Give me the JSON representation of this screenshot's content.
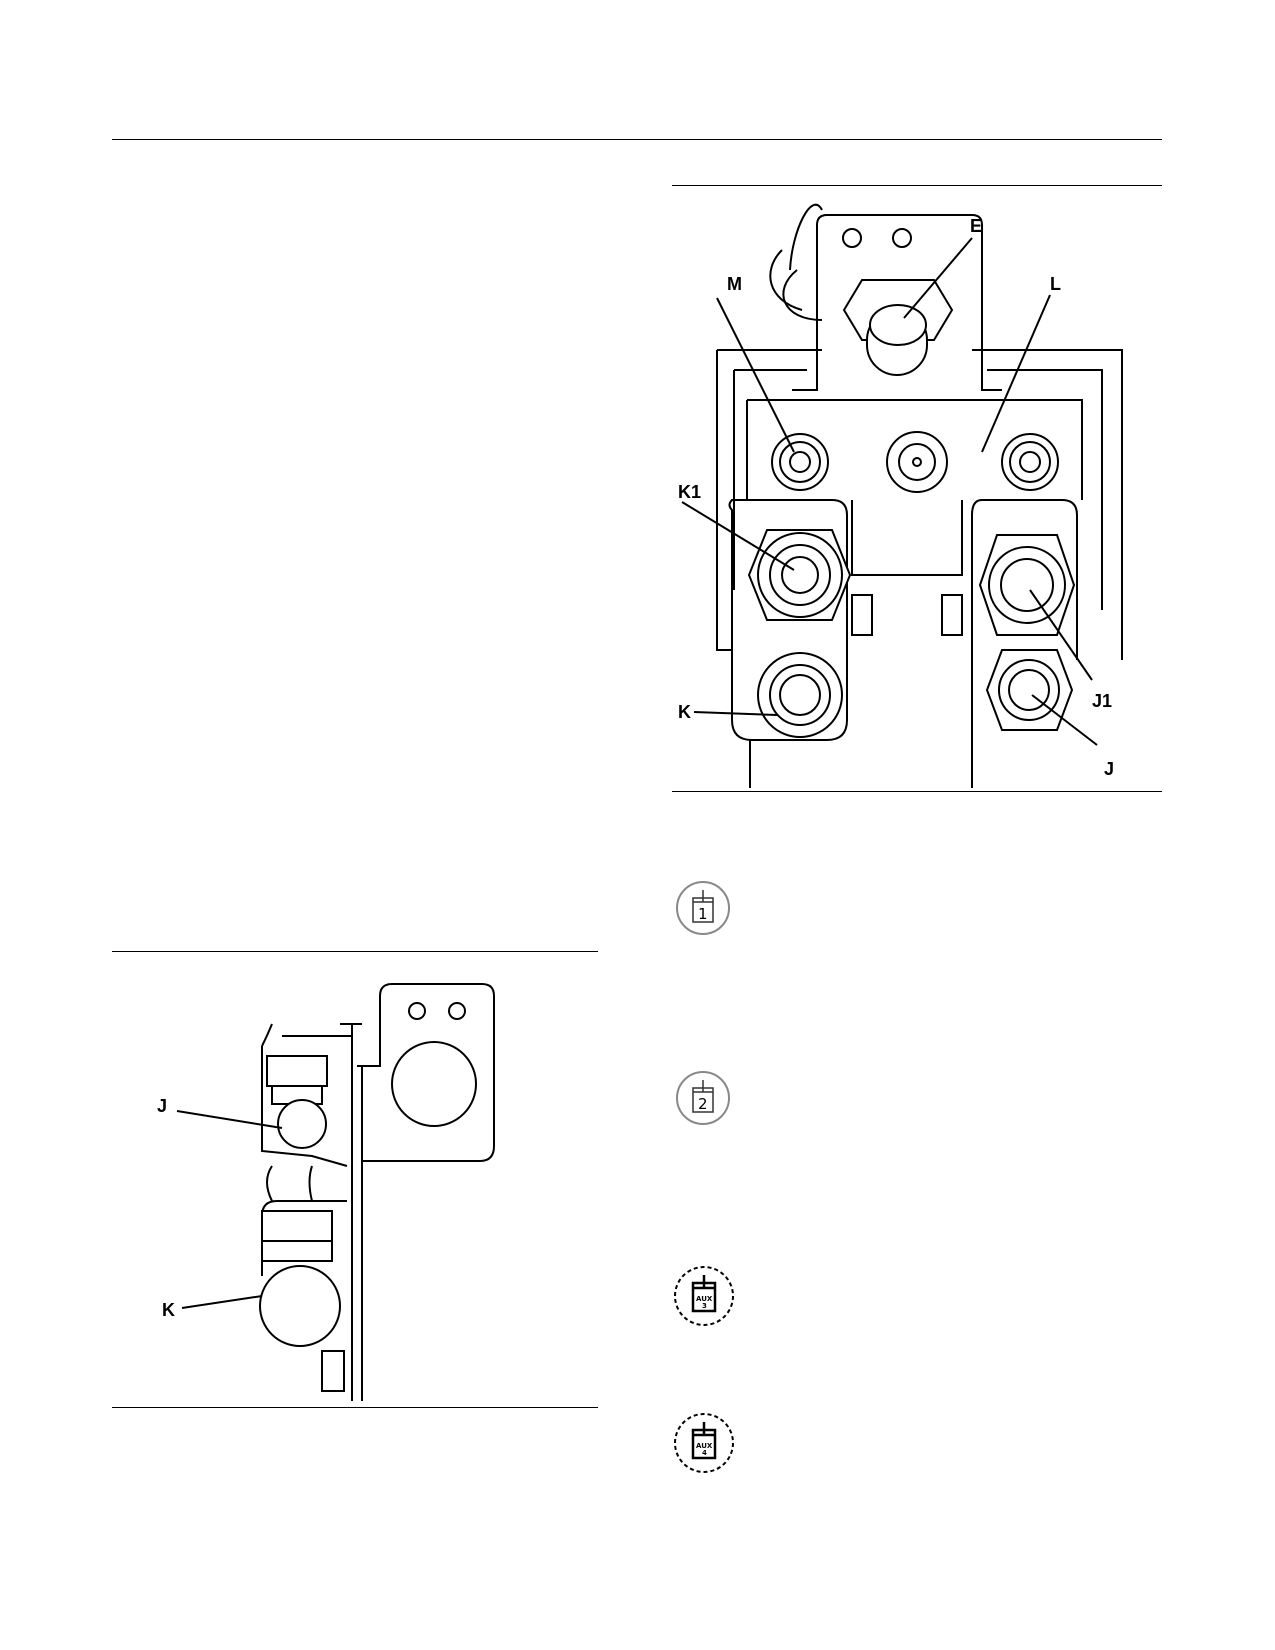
{
  "figure_top": {
    "callouts": {
      "e": "E",
      "m": "M",
      "l": "L",
      "k1": "K1",
      "k": "K",
      "j1": "J1",
      "j": "J"
    }
  },
  "figure_left": {
    "callouts": {
      "j": "J",
      "k": "K"
    }
  },
  "icons": [
    {
      "name": "circuit-1-icon",
      "label": "1"
    },
    {
      "name": "circuit-2-icon",
      "label": "2"
    },
    {
      "name": "aux-3-icon",
      "label_top": "AUX",
      "label_bottom": "3"
    },
    {
      "name": "aux-4-icon",
      "label_top": "AUX",
      "label_bottom": "4"
    }
  ]
}
